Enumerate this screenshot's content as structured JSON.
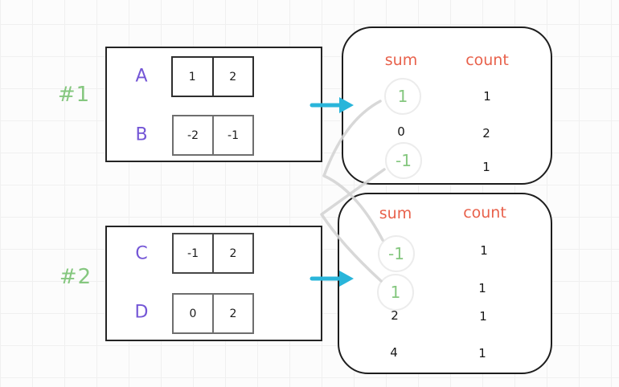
{
  "examples": [
    {
      "label": "#1",
      "arrays": [
        {
          "name": "A",
          "cells": [
            "1",
            "2"
          ]
        },
        {
          "name": "B",
          "cells": [
            "-2",
            "-1"
          ]
        }
      ],
      "table": {
        "headers": {
          "sum": "sum",
          "count": "count"
        },
        "rows": [
          {
            "sum": "1",
            "count": "1",
            "highlighted": true
          },
          {
            "sum": "0",
            "count": "2",
            "highlighted": false
          },
          {
            "sum": "-1",
            "count": "1",
            "highlighted": true
          }
        ]
      }
    },
    {
      "label": "#2",
      "arrays": [
        {
          "name": "C",
          "cells": [
            "-1",
            "2"
          ]
        },
        {
          "name": "D",
          "cells": [
            "0",
            "2"
          ]
        }
      ],
      "table": {
        "headers": {
          "sum": "sum",
          "count": "count"
        },
        "rows": [
          {
            "sum": "-1",
            "count": "1",
            "highlighted": true
          },
          {
            "sum": "1",
            "count": "1",
            "highlighted": true
          },
          {
            "sum": "2",
            "count": "1",
            "highlighted": false
          },
          {
            "sum": "4",
            "count": "1",
            "highlighted": false
          }
        ]
      }
    }
  ],
  "connections": [
    {
      "from_table": 1,
      "from_sum": "1",
      "to_table": 2,
      "to_sum": "-1"
    },
    {
      "from_table": 1,
      "from_sum": "-1",
      "to_table": 2,
      "to_sum": "1"
    }
  ],
  "colors": {
    "green": "#85c77f",
    "violet": "#7456d6",
    "orange": "#e8614b",
    "cyan": "#29b5da",
    "gray": "#d4d4d4",
    "ink": "#1e1e1e"
  }
}
